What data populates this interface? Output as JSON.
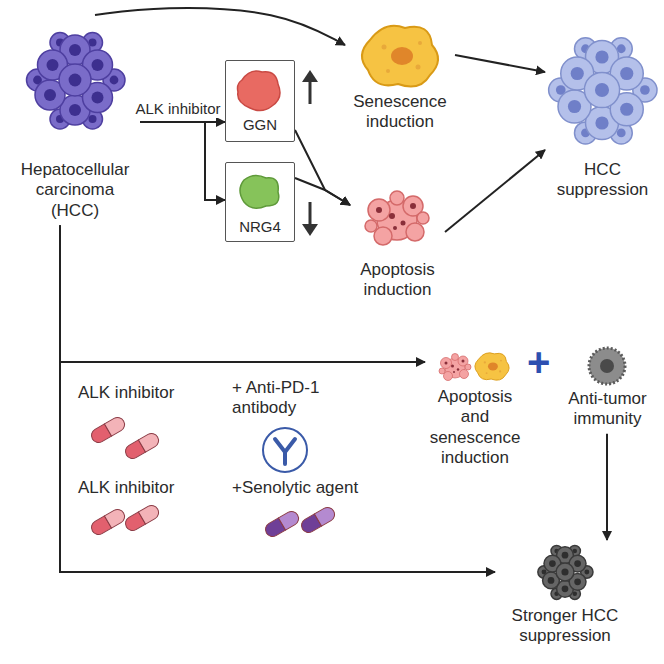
{
  "diagram": {
    "nodes": [
      {
        "text": [
          "Hepatocellular carcinoma (HCC)"
        ]
      },
      {
        "text": [
          "GGN"
        ]
      },
      {
        "text": [
          "NRG4"
        ]
      },
      {
        "text": [
          "Senescence induction"
        ]
      },
      {
        "text": [
          "Apoptosis induction"
        ]
      },
      {
        "text": [
          "HCC suppression"
        ]
      },
      {
        "text": [
          "Apoptosis and senescence induction"
        ]
      },
      {
        "text": [
          "Anti-tumor immunity"
        ]
      },
      {
        "text": [
          "Stronger HCC suppression"
        ]
      }
    ],
    "edges": [
      {
        "from": 0,
        "to": 1,
        "arrow": "to",
        "label": "ALK inhibitor"
      },
      {
        "from": 0,
        "to": 2,
        "arrow": "to"
      },
      {
        "from": 0,
        "to": 3,
        "arrow": "to"
      },
      {
        "from": 1,
        "to": 4,
        "arrow": "to"
      },
      {
        "from": 2,
        "to": 4,
        "arrow": "to"
      },
      {
        "from": 3,
        "to": 5,
        "arrow": "to"
      },
      {
        "from": 4,
        "to": 5,
        "arrow": "to"
      },
      {
        "from": 0,
        "to": 6,
        "arrow": "to"
      },
      {
        "from": 7,
        "to": 8,
        "arrow": "to"
      },
      {
        "from": 0,
        "to": 8,
        "arrow": "to"
      }
    ],
    "labels": [
      "ALK inhibitor",
      "+ Anti-PD-1 antibody",
      "ALK inhibitor",
      "+Senolytic agent",
      "+"
    ]
  }
}
